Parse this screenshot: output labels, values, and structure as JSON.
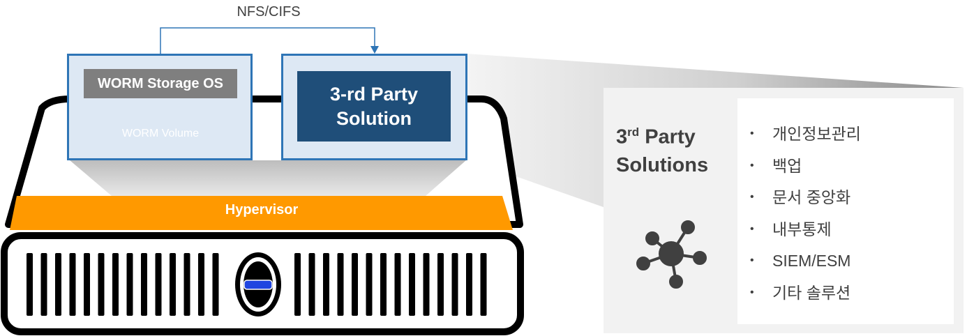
{
  "connector": {
    "protocol": "NFS/CIFS"
  },
  "storage_vm": {
    "os_label": "WORM Storage OS",
    "volume_label": "WORM Volume"
  },
  "solution_vm": {
    "line1": "3-rd Party",
    "line2": "Solution"
  },
  "hypervisor": {
    "label": "Hypervisor"
  },
  "panel": {
    "title_prefix": "3",
    "title_sup": "rd",
    "title_rest": " Party",
    "title_line2": "Solutions",
    "items": [
      "개인정보관리",
      "백업",
      "문서 중앙화",
      "내부통제",
      "SIEM/ESM",
      "기타 솔루션"
    ],
    "bullet": "•",
    "icon": "network-hub-icon"
  },
  "colors": {
    "vm_border": "#2e75b6",
    "vm_fill": "#dde8f4",
    "solution_fill": "#1f4e79",
    "os_label_fill": "#7f7f7f",
    "hypervisor": "#ff9900",
    "volume": "#2e75b6",
    "server_black": "#000000"
  }
}
